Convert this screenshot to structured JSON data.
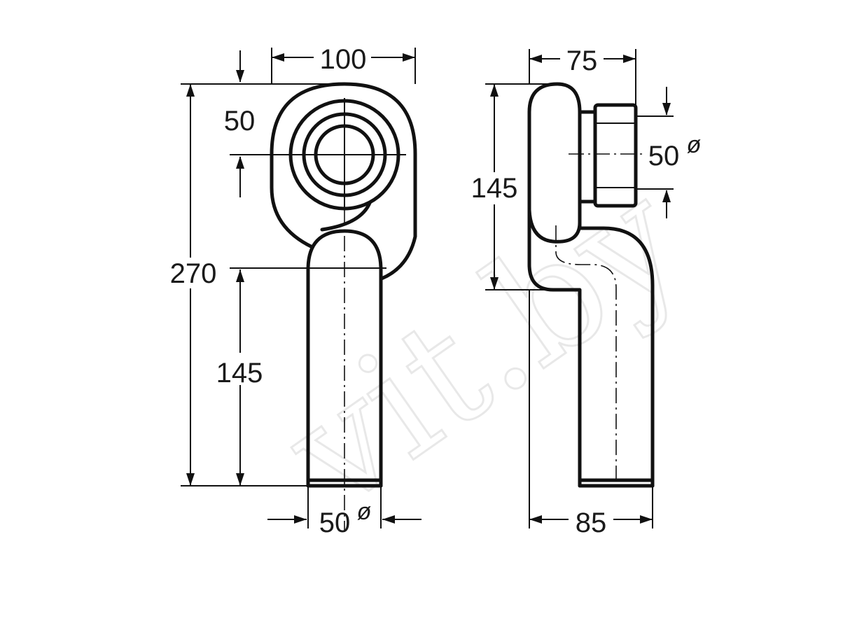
{
  "front_view": {
    "dimensions": {
      "width": "100",
      "height_total": "270",
      "offset": "50",
      "lower_height": "145",
      "outlet_diameter": "50",
      "outlet_diameter_symbol": "ø"
    }
  },
  "side_view": {
    "dimensions": {
      "depth_top": "75",
      "height": "145",
      "inlet_diameter": "50",
      "inlet_diameter_symbol": "ø",
      "depth_bottom": "85"
    }
  },
  "watermark": {
    "text": "vit.by",
    "color": "#e8e8e8"
  },
  "colors": {
    "line": "#111111",
    "background": "#ffffff"
  }
}
